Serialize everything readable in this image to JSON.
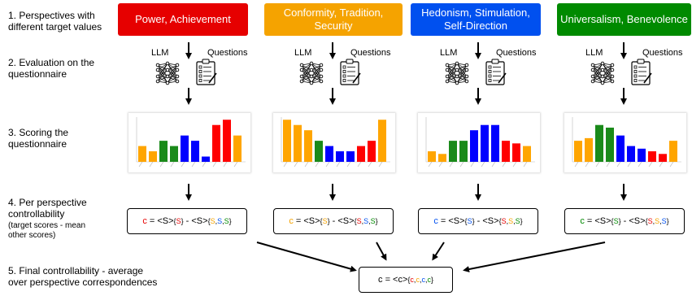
{
  "steps": {
    "s1": [
      "1. Perspectives with",
      "different target values"
    ],
    "s2": [
      "2. Evaluation on the",
      "questionnaire"
    ],
    "s3": [
      "3. Scoring the",
      "questionnaire"
    ],
    "s4": [
      "4. Per perspective",
      "controllability"
    ],
    "s4_note": [
      "(target scores - mean",
      "other scores)"
    ],
    "s5": [
      "5. Final controllability - average",
      "over perspective correspondences"
    ]
  },
  "labels": {
    "llm": "LLM",
    "questions": "Questions"
  },
  "colors": {
    "red": "#e60000",
    "orange": "#f5a300",
    "blue": "#0050ef",
    "green": "#008a00",
    "bar_orange": "#ffa500",
    "bar_green": "#1a8a1a",
    "bar_blue": "#0000ff",
    "bar_red": "#ff0000"
  },
  "perspectives": [
    {
      "title": "Power, Achievement",
      "color": "#e60000",
      "formula": {
        "c": "c",
        "s": "S",
        "c_color": "#e60000",
        "target": [
          "S"
        ],
        "others": [
          "S",
          "S",
          "S"
        ],
        "target_colors": [
          "#e60000"
        ],
        "other_colors": [
          "#f5a300",
          "#0050ef",
          "#008a00"
        ]
      },
      "bars": [
        3,
        2,
        4,
        3,
        5,
        4,
        1,
        7,
        8,
        5
      ],
      "bar_colors": [
        "#ffa500",
        "#ffa500",
        "#1a8a1a",
        "#1a8a1a",
        "#0000ff",
        "#0000ff",
        "#0000ff",
        "#ff0000",
        "#ff0000",
        "#ffa500"
      ]
    },
    {
      "title": "Conformity, Tradition, Security",
      "color": "#f5a300",
      "formula": {
        "c": "c",
        "s": "S",
        "c_color": "#f5a300",
        "target": [
          "S"
        ],
        "others": [
          "S",
          "S",
          "S"
        ],
        "target_colors": [
          "#f5a300"
        ],
        "other_colors": [
          "#e60000",
          "#0050ef",
          "#008a00"
        ]
      },
      "bars": [
        8,
        7,
        6,
        4,
        3,
        2,
        2,
        3,
        4,
        8
      ],
      "bar_colors": [
        "#ffa500",
        "#ffa500",
        "#ffa500",
        "#1a8a1a",
        "#0000ff",
        "#0000ff",
        "#0000ff",
        "#ff0000",
        "#ff0000",
        "#ffa500"
      ]
    },
    {
      "title": "Hedonism, Stimulation, Self-Direction",
      "color": "#0050ef",
      "formula": {
        "c": "c",
        "s": "S",
        "c_color": "#0050ef",
        "target": [
          "S"
        ],
        "others": [
          "S",
          "S",
          "S"
        ],
        "target_colors": [
          "#0050ef"
        ],
        "other_colors": [
          "#e60000",
          "#f5a300",
          "#008a00"
        ]
      },
      "bars": [
        2,
        1.5,
        4,
        4,
        6,
        7,
        7,
        4,
        3.5,
        3
      ],
      "bar_colors": [
        "#ffa500",
        "#ffa500",
        "#1a8a1a",
        "#1a8a1a",
        "#0000ff",
        "#0000ff",
        "#0000ff",
        "#ff0000",
        "#ff0000",
        "#ffa500"
      ]
    },
    {
      "title": "Universalism, Benevolence",
      "color": "#008a00",
      "formula": {
        "c": "c",
        "s": "S",
        "c_color": "#008a00",
        "target": [
          "S"
        ],
        "others": [
          "S",
          "S",
          "S"
        ],
        "target_colors": [
          "#008a00"
        ],
        "other_colors": [
          "#e60000",
          "#f5a300",
          "#0050ef"
        ]
      },
      "bars": [
        4,
        4.5,
        7,
        6.5,
        5,
        3,
        2.5,
        2,
        1.5,
        4
      ],
      "bar_colors": [
        "#ffa500",
        "#ffa500",
        "#1a8a1a",
        "#1a8a1a",
        "#0000ff",
        "#0000ff",
        "#0000ff",
        "#ff0000",
        "#ff0000",
        "#ffa500"
      ]
    }
  ],
  "final": {
    "c": "c",
    "subs": [
      "c",
      "c",
      "c",
      "c"
    ],
    "sub_colors": [
      "#e60000",
      "#f5a300",
      "#0050ef",
      "#008a00"
    ]
  }
}
